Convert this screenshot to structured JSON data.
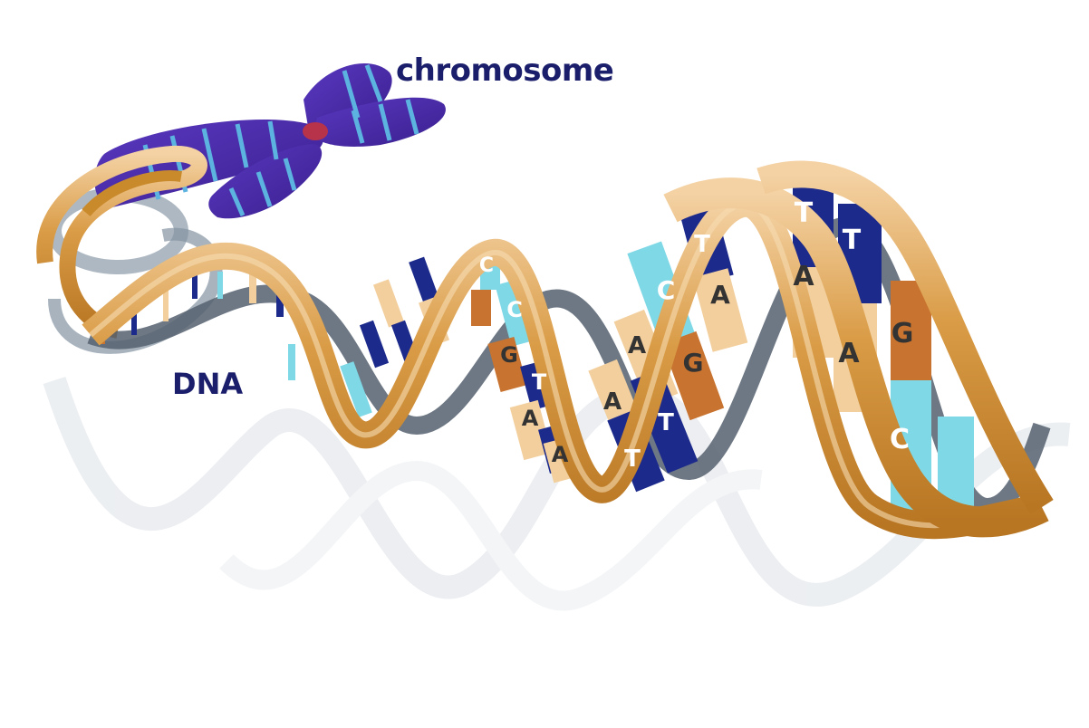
{
  "labels": {
    "chromosome": "chromosome",
    "dna": "DNA"
  },
  "colors": {
    "backbone": "#c98a2c",
    "backbone_light": "#f1c690",
    "adenine": "#f2cf9d",
    "thymine": "#1c2a8c",
    "cytosine": "#7fd8e6",
    "guanine": "#c8732f",
    "chromosome": "#4a2ea5",
    "chromosome_band": "#5cb3e0",
    "label_text": "#1b1f6b"
  },
  "base_letters": [
    {
      "id": "c1",
      "text": "C"
    },
    {
      "id": "c2",
      "text": "C"
    },
    {
      "id": "g1",
      "text": "G"
    },
    {
      "id": "t1",
      "text": "T"
    },
    {
      "id": "a1",
      "text": "A"
    },
    {
      "id": "a2",
      "text": "A"
    },
    {
      "id": "a3",
      "text": "A"
    },
    {
      "id": "t2",
      "text": "T"
    },
    {
      "id": "a4",
      "text": "A"
    },
    {
      "id": "t3",
      "text": "T"
    },
    {
      "id": "c3",
      "text": "C"
    },
    {
      "id": "t4",
      "text": "T"
    },
    {
      "id": "a5",
      "text": "A"
    },
    {
      "id": "g2",
      "text": "G"
    },
    {
      "id": "t5",
      "text": "T"
    },
    {
      "id": "a6",
      "text": "A"
    },
    {
      "id": "t6",
      "text": "T"
    },
    {
      "id": "a7",
      "text": "A"
    },
    {
      "id": "g3",
      "text": "G"
    },
    {
      "id": "c4",
      "text": "C"
    }
  ]
}
